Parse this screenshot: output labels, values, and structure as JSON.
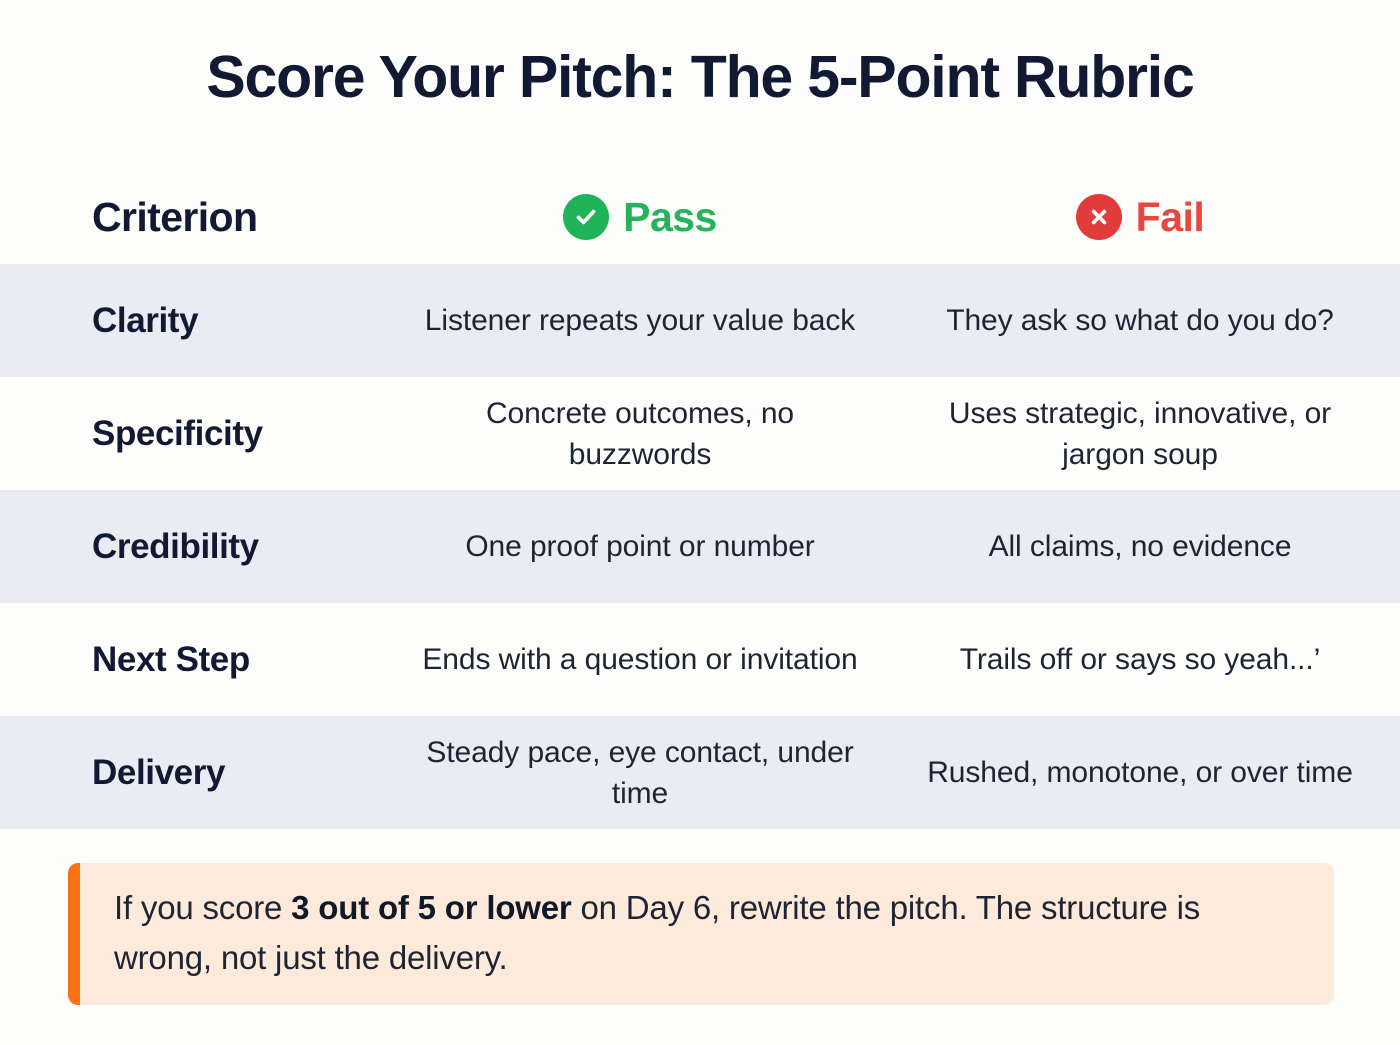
{
  "title": "Score Your Pitch: The 5-Point Rubric",
  "colors": {
    "page_background": "#fdfdfb",
    "title": "#121a33",
    "stripe_row": "#e9ecf3",
    "pass_green": "#1fb457",
    "pass_text_green": "#25b35c",
    "fail_red": "#e23b3b",
    "fail_text_red": "#e8463f",
    "callout_background": "#fdeadb",
    "callout_accent": "#f97316"
  },
  "table": {
    "headers": {
      "criterion": "Criterion",
      "pass": "Pass",
      "fail": "Fail",
      "pass_icon": "check-circle-icon",
      "fail_icon": "x-circle-icon"
    },
    "rows": [
      {
        "criterion": "Clarity",
        "pass": "Listener repeats your value back",
        "fail": "They ask so what do you do?"
      },
      {
        "criterion": "Specificity",
        "pass": "Concrete outcomes, no buzzwords",
        "fail": "Uses strategic, innovative, or jargon soup"
      },
      {
        "criterion": "Credibility",
        "pass": "One proof point or number",
        "fail": "All claims, no evidence"
      },
      {
        "criterion": "Next Step",
        "pass": "Ends with a question or invitation",
        "fail": "Trails off or says so yeah...’"
      },
      {
        "criterion": "Delivery",
        "pass": "Steady pace, eye contact, under time",
        "fail": "Rushed, monotone, or over time"
      }
    ]
  },
  "callout": {
    "lead": "If you score ",
    "emphasis": "3 out of 5 or lower",
    "tail": " on Day 6, rewrite the pitch. The structure is wrong, not just the delivery."
  }
}
